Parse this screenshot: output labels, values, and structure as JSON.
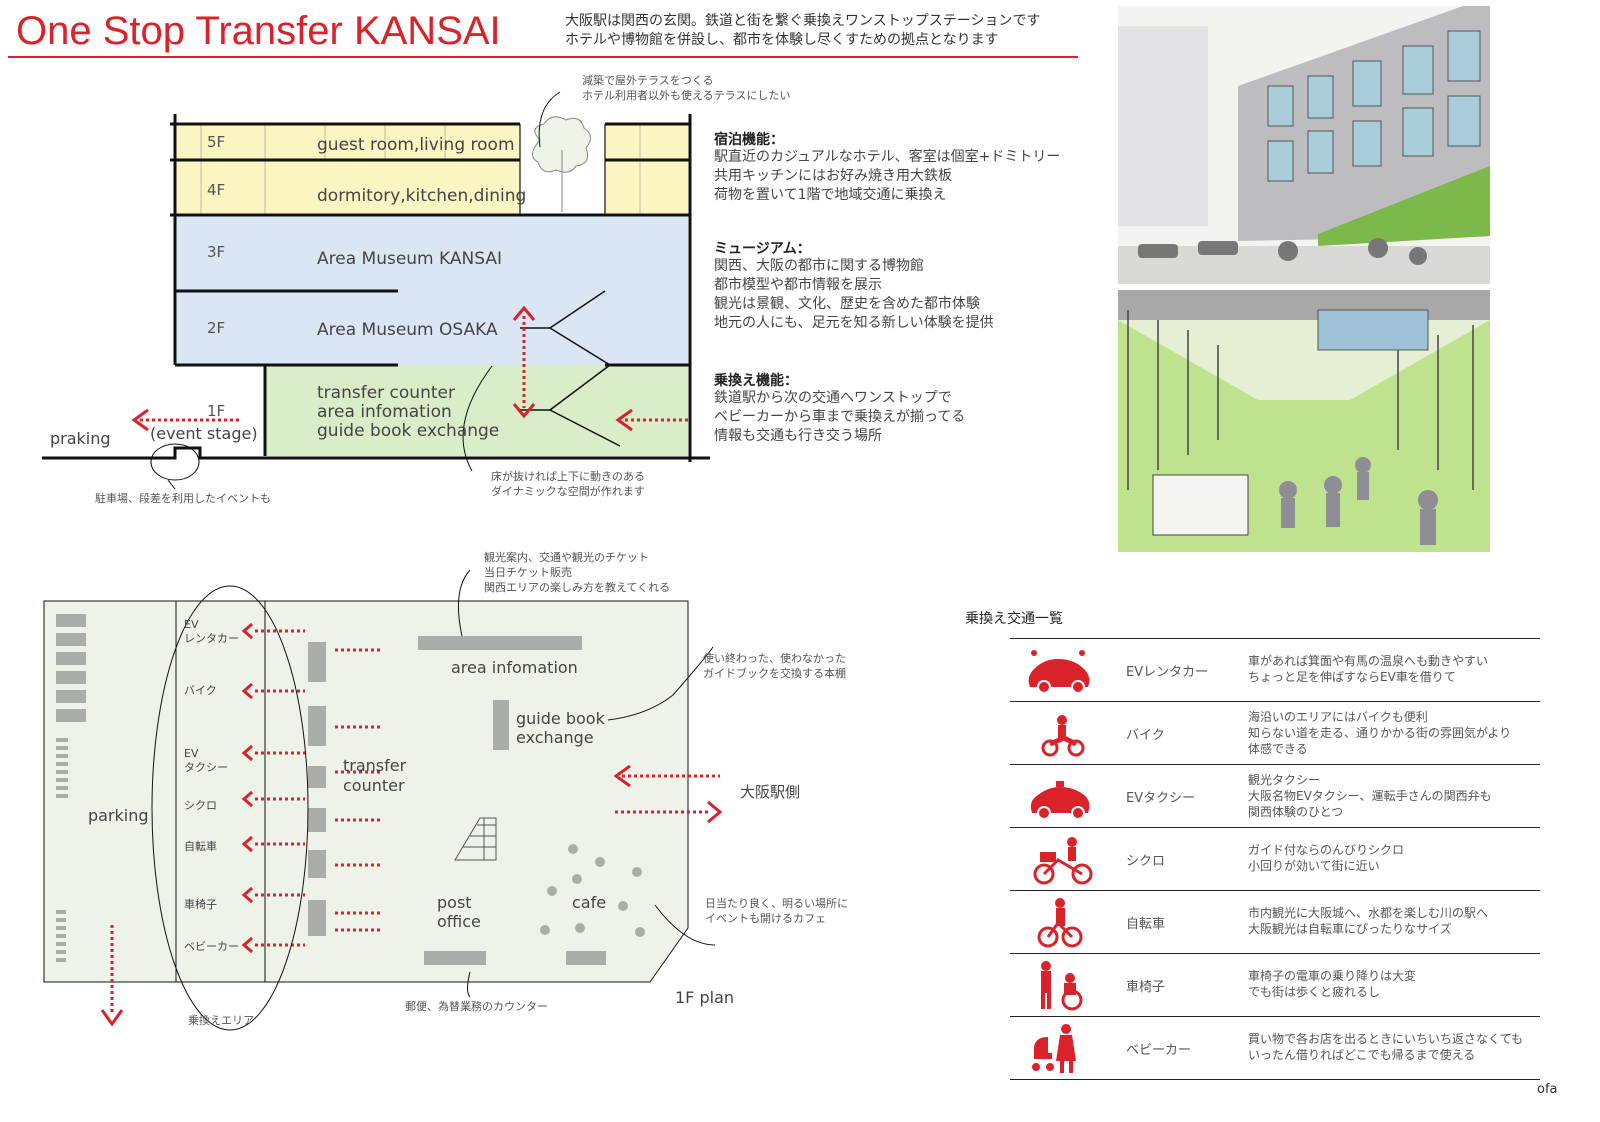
{
  "title": "One Stop Transfer KANSAI",
  "intro": [
    "大阪駅は関西の玄関。鉄道と街を繋ぐ乗換えワンストップステーションです",
    "ホテルや博物館を併設し、都市を体験し尽くすための拠点となります"
  ],
  "section": {
    "top_note": [
      "減築で屋外テラスをつくる",
      "ホテル利用者以外も使えるテラスにしたい"
    ],
    "floors": [
      {
        "label": "5F",
        "room": "guest room,living room"
      },
      {
        "label": "4F",
        "room": "dormitory,kitchen,dining"
      },
      {
        "label": "3F",
        "room": "Area Museum KANSAI"
      },
      {
        "label": "2F",
        "room": "Area Museum OSAKA"
      },
      {
        "label": "1F",
        "room_lines": [
          "transfer counter",
          "area infomation",
          "guide book exchange"
        ]
      }
    ],
    "event_stage": "(event stage)",
    "parking_label": "praking",
    "parking_note": "駐車場、段差を利用したイベントも",
    "void_note": [
      "床が抜ければ上下に動きのある",
      "ダイナミックな空間が作れます"
    ]
  },
  "functions": [
    {
      "head": "宿泊機能：",
      "lines": [
        "駅直近のカジュアルなホテル、客室は個室+ドミトリー",
        "共用キッチンにはお好み焼き用大鉄板",
        "荷物を置いて1階で地域交通に乗換え"
      ]
    },
    {
      "head": "ミュージアム：",
      "lines": [
        "関西、大阪の都市に関する博物館",
        "都市模型や都市情報を展示",
        "観光は景観、文化、歴史を含めた都市体験",
        "地元の人にも、足元を知る新しい体験を提供"
      ]
    },
    {
      "head": "乗換え機能：",
      "lines": [
        "鉄道駅から次の交通へワンストップで",
        "ベビーカーから車まで乗換えが揃ってる",
        "情報も交通も行き交う場所"
      ]
    }
  ],
  "plan": {
    "info_note": [
      "観光案内、交通や観光のチケット",
      "当日チケット販売",
      "関西エリアの楽しみ方を教えてくれる"
    ],
    "area_info": "area infomation",
    "guide_book": [
      "guide book",
      "exchange"
    ],
    "guide_note": [
      "使い終わった、使わなかった",
      "ガイドブックを交換する本棚"
    ],
    "transfer_counter": [
      "transfer",
      "counter"
    ],
    "station_side": "大阪駅側",
    "parking": "parking",
    "post_office": [
      "post",
      "office"
    ],
    "cafe": "cafe",
    "cafe_note": [
      "日当たり良く、明るい場所に",
      "イベントも開けるカフェ"
    ],
    "post_note": "郵便、為替業務のカウンター",
    "plan_title": "1F plan",
    "transfer_area": "乗換えエリア",
    "modes": [
      "EV\nレンタカー",
      "バイク",
      "EV\nタクシー",
      "シクロ",
      "自転車",
      "車椅子",
      "ベビーカー"
    ]
  },
  "transport_table": {
    "heading": "乗換え交通一覧",
    "rows": [
      {
        "name": "EVレンタカー",
        "icon": "car-icon",
        "desc": [
          "車があれば箕面や有馬の温泉へも動きやすい",
          "ちょっと足を伸ばすならEV車を借りて"
        ]
      },
      {
        "name": "バイク",
        "icon": "scooter-icon",
        "desc": [
          "海沿いのエリアにはバイクも便利",
          "知らない道を走る、通りかかる街の雰囲気がより",
          "体感できる"
        ]
      },
      {
        "name": "EVタクシー",
        "icon": "taxi-icon",
        "desc": [
          "観光タクシー",
          "大阪名物EVタクシー、運転手さんの関西弁も",
          "関西体験のひとつ"
        ]
      },
      {
        "name": "シクロ",
        "icon": "cyclo-icon",
        "desc": [
          "ガイド付ならのんびりシクロ",
          "小回りが効いて街に近い"
        ]
      },
      {
        "name": "自転車",
        "icon": "bicycle-icon",
        "desc": [
          "市内観光に大阪城へ、水都を楽しむ川の駅へ",
          "大阪観光は自転車にぴったりなサイズ"
        ]
      },
      {
        "name": "車椅子",
        "icon": "wheelchair-icon",
        "desc": [
          "車椅子の電車の乗り降りは大変",
          "でも街は歩くと疲れるし"
        ]
      },
      {
        "name": "ベビーカー",
        "icon": "stroller-icon",
        "desc": [
          "買い物で各お店を出るときにいちいち返さなくても",
          "いったん借りればどこでも帰るまで使える"
        ]
      }
    ]
  },
  "footer": "ofa",
  "colors": {
    "accent": "#d9222a",
    "hotel": "#fbf5c2",
    "museum": "#dbe6f5",
    "transfer": "#d9edc8",
    "plan_bg": "#eef3ea"
  }
}
